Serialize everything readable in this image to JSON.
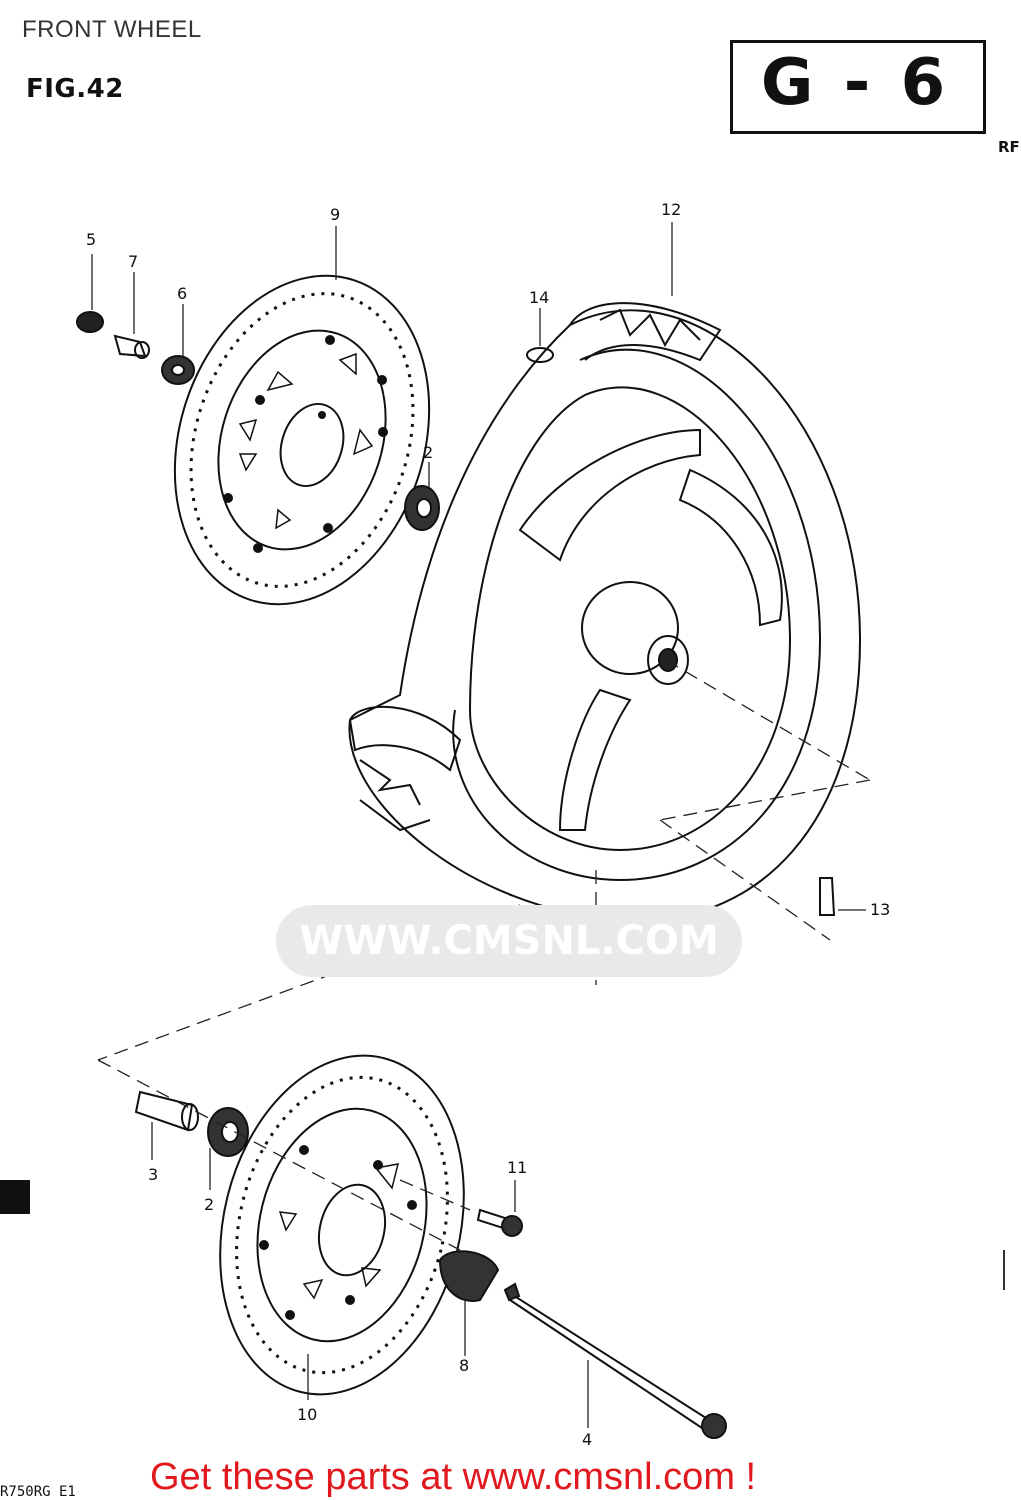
{
  "header": {
    "title": "FRONT WHEEL"
  },
  "figure": {
    "label": "FIG.42",
    "page_code": "G - 6",
    "edge_ref": "RF"
  },
  "callouts": [
    {
      "number": "5"
    },
    {
      "number": "7"
    },
    {
      "number": "6"
    },
    {
      "number": "9"
    },
    {
      "number": "2"
    },
    {
      "number": "12"
    },
    {
      "number": "14"
    },
    {
      "number": "13"
    },
    {
      "number": "3"
    },
    {
      "number": "2"
    },
    {
      "number": "11"
    },
    {
      "number": "8"
    },
    {
      "number": "10"
    },
    {
      "number": "4"
    }
  ],
  "watermark": "WWW.CMSNL.COM",
  "model_code": "R750RG E1",
  "footer": {
    "cta_text": "Get these parts at www.cmsnl.com !",
    "cta_color": "#e0191f"
  }
}
